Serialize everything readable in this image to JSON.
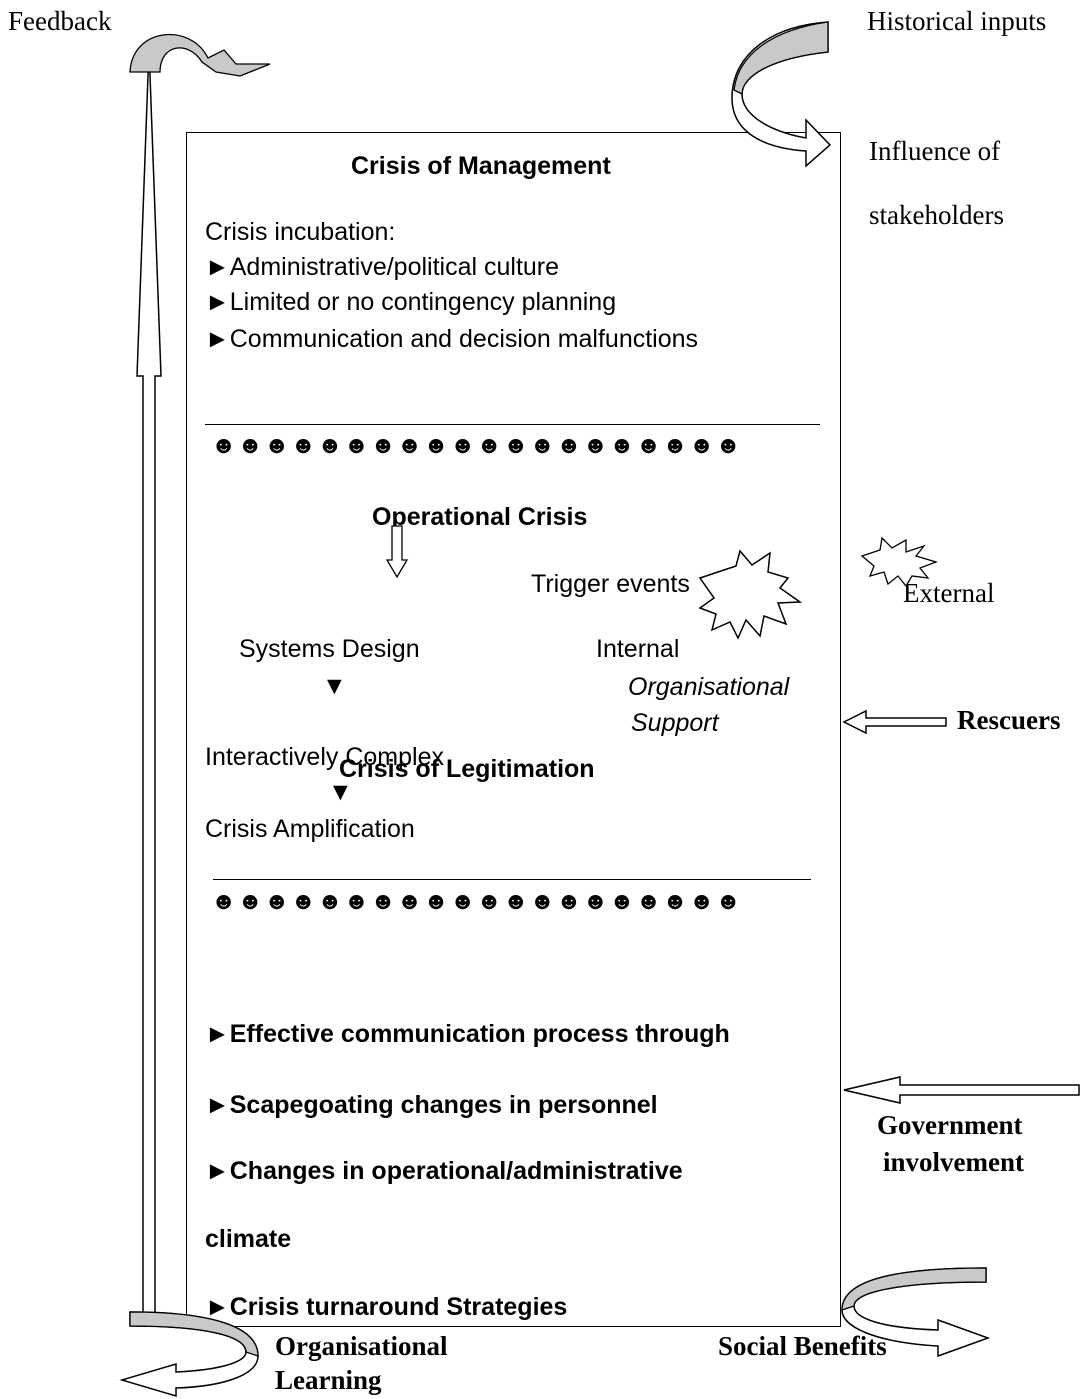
{
  "outside": {
    "feedback": "Feedback",
    "historical_inputs": "Historical inputs",
    "influence_of": "Influence of",
    "stakeholders": "stakeholders",
    "external": "External",
    "rescuers": "Rescuers",
    "government": "Government",
    "involvement": "involvement",
    "organisational": "Organisational",
    "learning": "Learning",
    "social_benefits": "Social Benefits"
  },
  "management": {
    "title": "Crisis of Management",
    "incubation_label": "Crisis incubation:",
    "items": [
      "►Administrative/political culture",
      "►Limited or no contingency planning",
      "►Communication and decision malfunctions"
    ]
  },
  "separator_rule": "________________________________________________",
  "smiley_row": "☻☻☻☻☻☻☻☻☻☻☻☻☻☻☻☻☻☻☻☻",
  "operational": {
    "title": "Operational Crisis",
    "trigger_events": "Trigger events",
    "systems_design": "Systems Design",
    "internal": "Internal",
    "organisational": "Organisational",
    "support": "Support",
    "down_marker_1": "▼",
    "interactively_complex": "Interactively Complex",
    "down_marker_2": "▼",
    "amplification": "Crisis Amplification"
  },
  "legitimation": {
    "title": "Crisis of Legitimation",
    "item_1": "►Effective communication process through",
    "item_2": "►Scapegoating changes in personnel",
    "item_3": "►Changes in operational/administrative",
    "item_3_cont": "climate",
    "item_4": "►Crisis turnaround Strategies"
  }
}
